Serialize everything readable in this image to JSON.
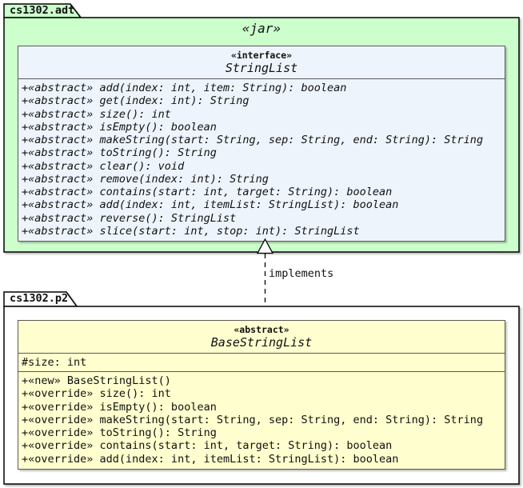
{
  "packages": {
    "adt": {
      "title": "cs1302.adt",
      "stereotype": "«jar»",
      "interface": {
        "stereotype": "«interface»",
        "name": "StringList",
        "methods": [
          "+«abstract» add(index: int, item: String): boolean",
          "+«abstract» get(index: int): String",
          "+«abstract» size(): int",
          "+«abstract» isEmpty(): boolean",
          "+«abstract» makeString(start: String, sep: String, end: String): String",
          "+«abstract» toString(): String",
          "+«abstract» clear(): void",
          "+«abstract» remove(index: int): String",
          "+«abstract» contains(start: int, target: String): boolean",
          "+«abstract» add(index: int, itemList: StringList): boolean",
          "+«abstract» reverse(): StringList",
          "+«abstract» slice(start: int, stop: int): StringList"
        ]
      }
    },
    "p2": {
      "title": "cs1302.p2",
      "class": {
        "stereotype": "«abstract»",
        "name": "BaseStringList",
        "fields": [
          "#size: int"
        ],
        "methods": [
          "+«new» BaseStringList()",
          "+«override» size(): int",
          "+«override» isEmpty(): boolean",
          "+«override» makeString(start: String, sep: String, end: String): String",
          "+«override» toString(): String",
          "+«override» contains(start: int, target: String): boolean",
          "+«override» add(index: int, itemList: StringList): boolean"
        ]
      }
    }
  },
  "relation": {
    "label": "implements",
    "type": "realization-dashed-hollow-triangle"
  },
  "colors": {
    "package_adt_fill": "#ccffcc",
    "package_p2_fill": "#ffffff",
    "interface_fill": "#edf4fb",
    "class_fill": "#fefece",
    "border_black": "#000000",
    "box_border_gray": "#5a5a5a"
  }
}
